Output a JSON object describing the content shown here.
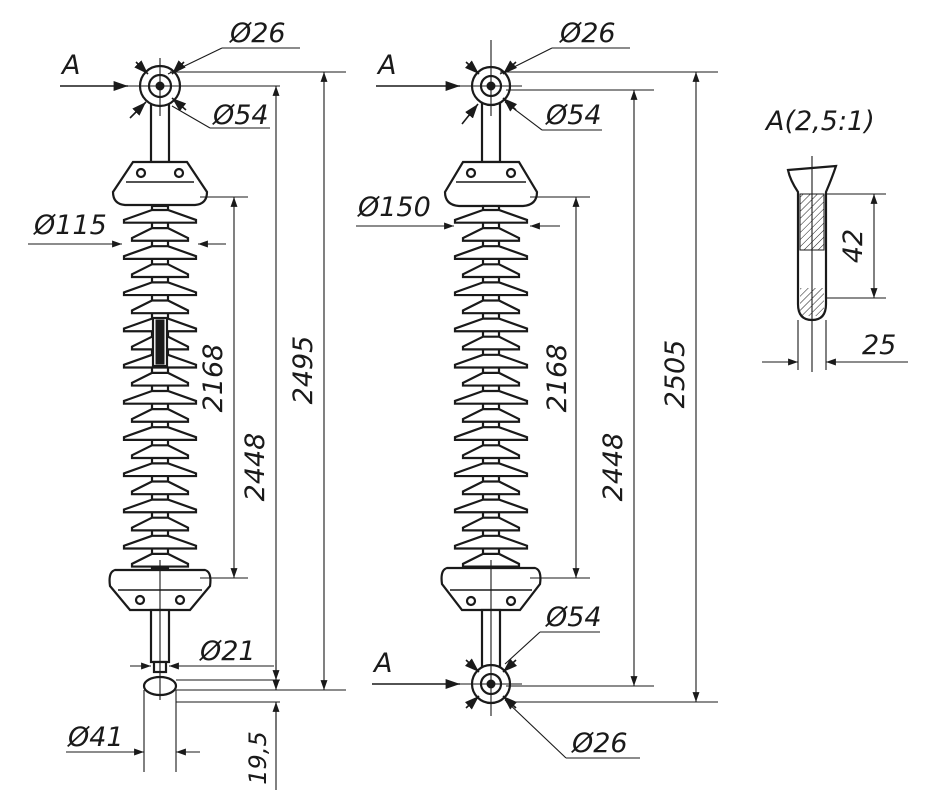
{
  "left_insulator": {
    "view_label_top": "A",
    "dia_eye_top": "Ø26",
    "dia_rod_top": "Ø54",
    "dia_shed": "Ø115",
    "dia_rod_bottom": "Ø21",
    "dia_ball": "Ø41",
    "len_insulating": "2168",
    "len_arcing": "2448",
    "len_total": "2495",
    "len_ball": "19,5"
  },
  "right_insulator": {
    "view_label_top": "A",
    "view_label_bottom": "A",
    "dia_eye_top": "Ø26",
    "dia_rod_top": "Ø54",
    "dia_shed": "Ø150",
    "dia_rod_bottom": "Ø54",
    "dia_eye_bottom": "Ø26",
    "len_insulating": "2168",
    "len_arcing": "2448",
    "len_total": "2505"
  },
  "detail": {
    "title": "A(2,5:1)",
    "height": "42",
    "width": "25"
  }
}
